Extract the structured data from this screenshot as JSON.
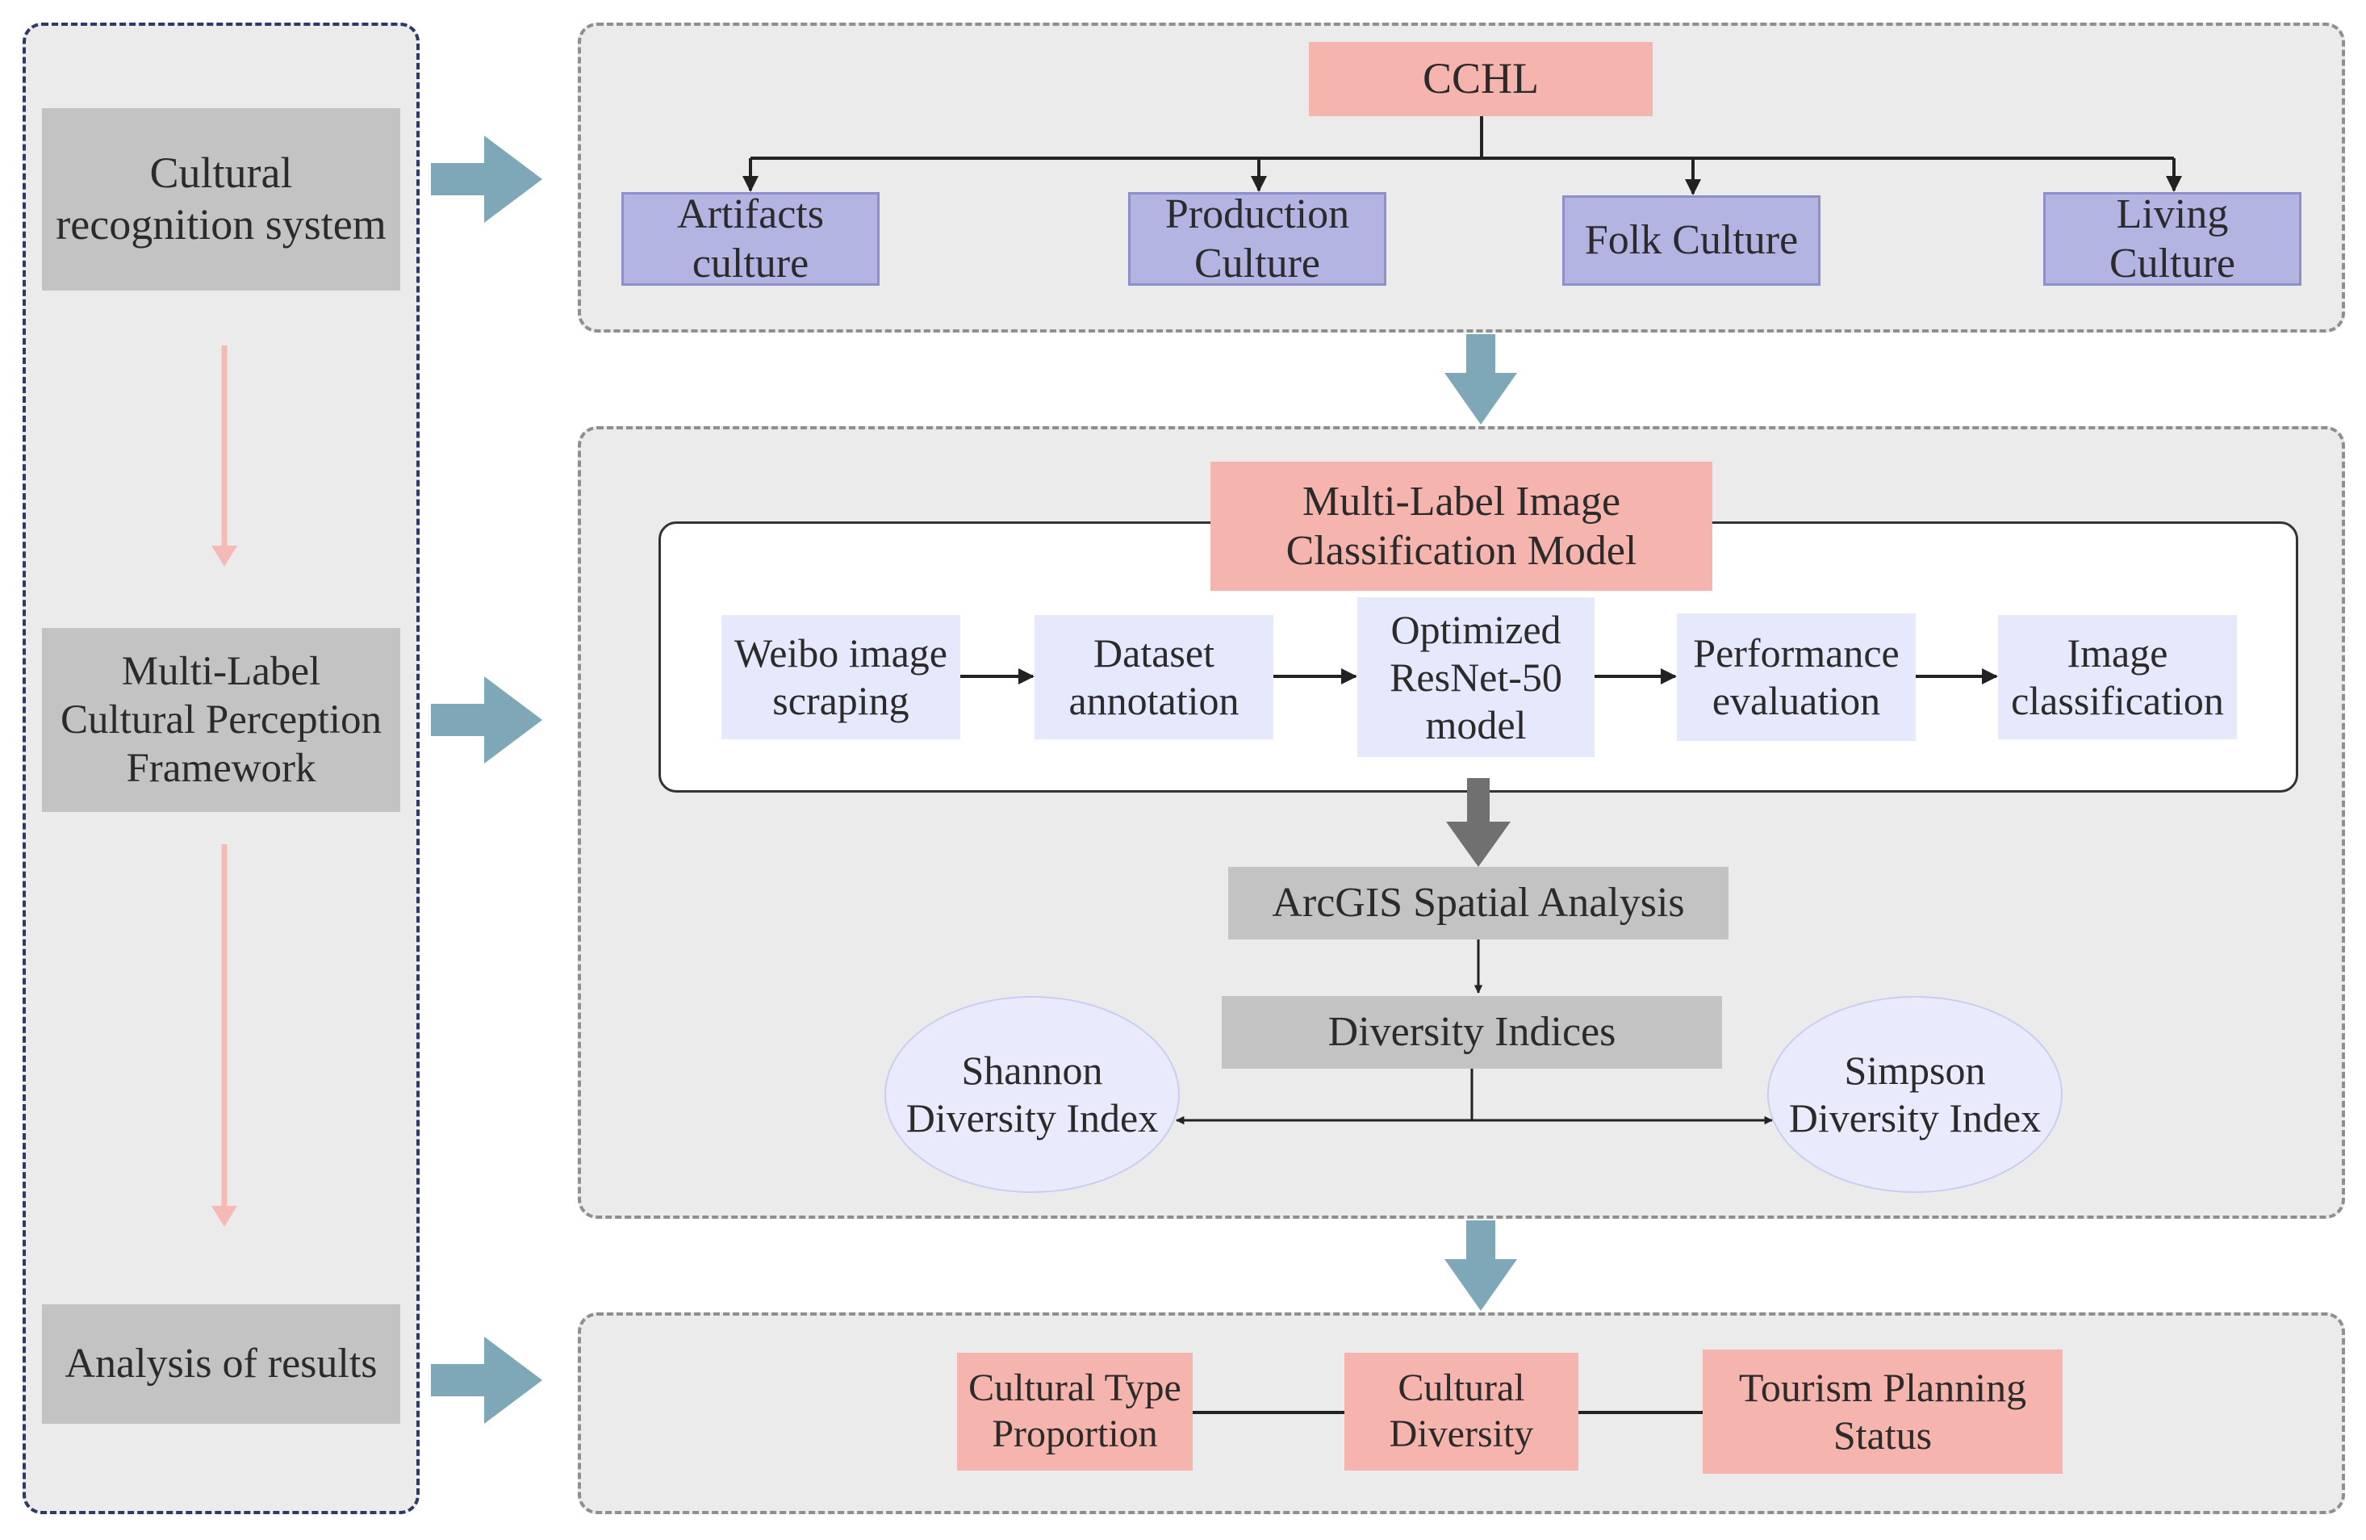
{
  "left_column": {
    "stage1": "Cultural\nrecognition system",
    "stage2": "Multi-Label\nCultural Perception\nFramework",
    "stage3": "Analysis of results"
  },
  "top_panel": {
    "root": "CCHL",
    "categories": [
      "Artifacts\nculture",
      "Production\nCulture",
      "Folk Culture",
      "Living\nCulture"
    ]
  },
  "middle_panel": {
    "model_title": "Multi-Label Image\nClassification Model",
    "steps": [
      "Weibo image\nscraping",
      "Dataset\nannotation",
      "Optimized\nResNet-50\nmodel",
      "Performance\nevaluation",
      "Image\nclassification"
    ],
    "spatial": "ArcGIS Spatial Analysis",
    "diversity": "Diversity Indices",
    "shannon": "Shannon\nDiversity Index",
    "simpson": "Simpson\nDiversity Index"
  },
  "bottom_panel": {
    "items": [
      "Cultural Type\nProportion",
      "Cultural\nDiversity",
      "Tourism Planning\nStatus"
    ]
  },
  "colors": {
    "teal_arrow": "#7ea8b8",
    "pink_arrow": "#f7b9b5",
    "gray_arrow": "#707070",
    "pink_box": "#f5b4ad",
    "blue_box": "#b3b4e2",
    "gray_box": "#c3c3c3",
    "lavender_box": "#e6e8fc"
  }
}
